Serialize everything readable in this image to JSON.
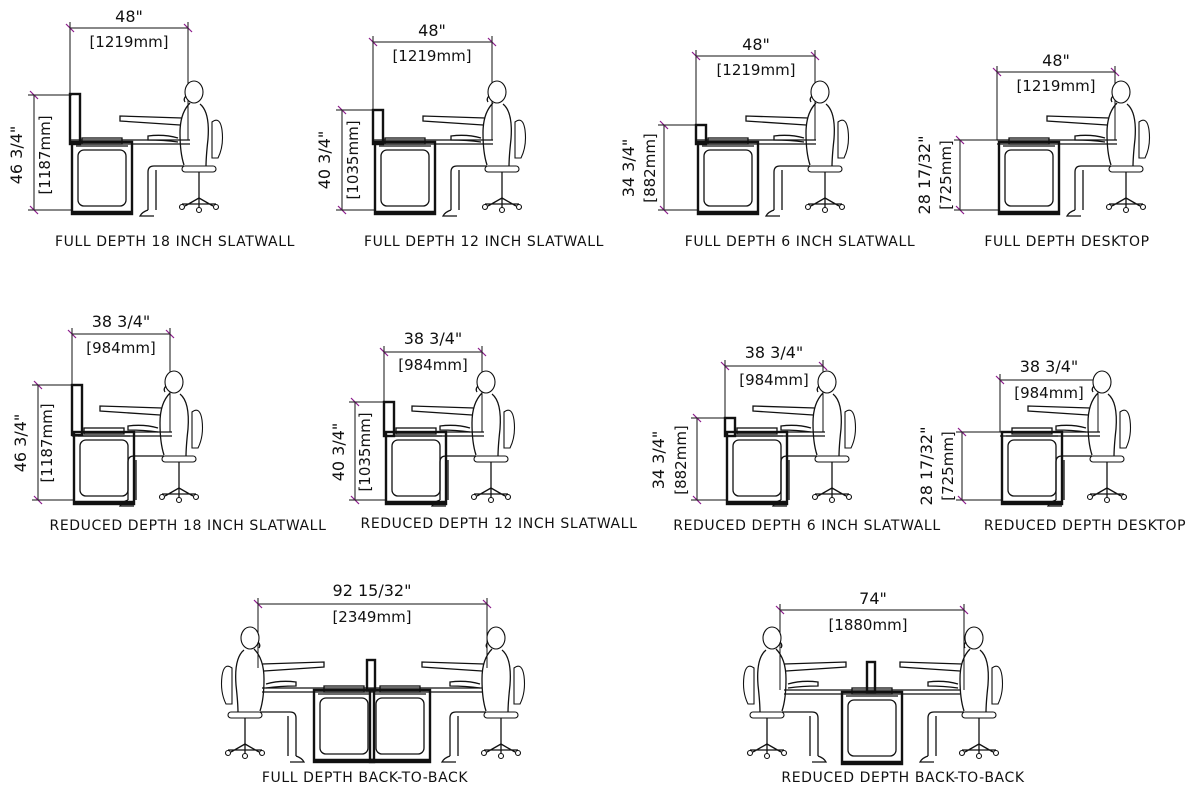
{
  "colors": {
    "line": "#111111",
    "dimension_tick": "#8b1a8b",
    "background": "#ffffff"
  },
  "panels": [
    {
      "id": "full-18",
      "caption": "FULL DEPTH 18 INCH SLATWALL",
      "width_in": "48\"",
      "width_mm": "[1219mm]",
      "height_in": "46 3/4\"",
      "height_mm": "[1187mm]"
    },
    {
      "id": "full-12",
      "caption": "FULL DEPTH 12 INCH SLATWALL",
      "width_in": "48\"",
      "width_mm": "[1219mm]",
      "height_in": "40 3/4\"",
      "height_mm": "[1035mm]"
    },
    {
      "id": "full-6",
      "caption": "FULL DEPTH 6 INCH SLATWALL",
      "width_in": "48\"",
      "width_mm": "[1219mm]",
      "height_in": "34 3/4\"",
      "height_mm": "[882mm]"
    },
    {
      "id": "full-desk",
      "caption": "FULL DEPTH DESKTOP",
      "width_in": "48\"",
      "width_mm": "[1219mm]",
      "height_in": "28 17/32\"",
      "height_mm": "[725mm]"
    },
    {
      "id": "red-18",
      "caption": "REDUCED DEPTH 18 INCH SLATWALL",
      "width_in": "38 3/4\"",
      "width_mm": "[984mm]",
      "height_in": "46 3/4\"",
      "height_mm": "[1187mm]"
    },
    {
      "id": "red-12",
      "caption": "REDUCED DEPTH 12 INCH SLATWALL",
      "width_in": "38 3/4\"",
      "width_mm": "[984mm]",
      "height_in": "40 3/4\"",
      "height_mm": "[1035mm]"
    },
    {
      "id": "red-6",
      "caption": "REDUCED DEPTH 6 INCH SLATWALL",
      "width_in": "38 3/4\"",
      "width_mm": "[984mm]",
      "height_in": "34 3/4\"",
      "height_mm": "[882mm]"
    },
    {
      "id": "red-desk",
      "caption": "REDUCED DEPTH DESKTOP",
      "width_in": "38 3/4\"",
      "width_mm": "[984mm]",
      "height_in": "28 17/32\"",
      "height_mm": "[725mm]"
    },
    {
      "id": "full-b2b",
      "caption": "FULL  DEPTH  BACK-TO-BACK",
      "width_in": "92 15/32\"",
      "width_mm": "[2349mm]"
    },
    {
      "id": "red-b2b",
      "caption": "REDUCED  DEPTH  BACK-TO-BACK",
      "width_in": "74\"",
      "width_mm": "[1880mm]"
    }
  ]
}
